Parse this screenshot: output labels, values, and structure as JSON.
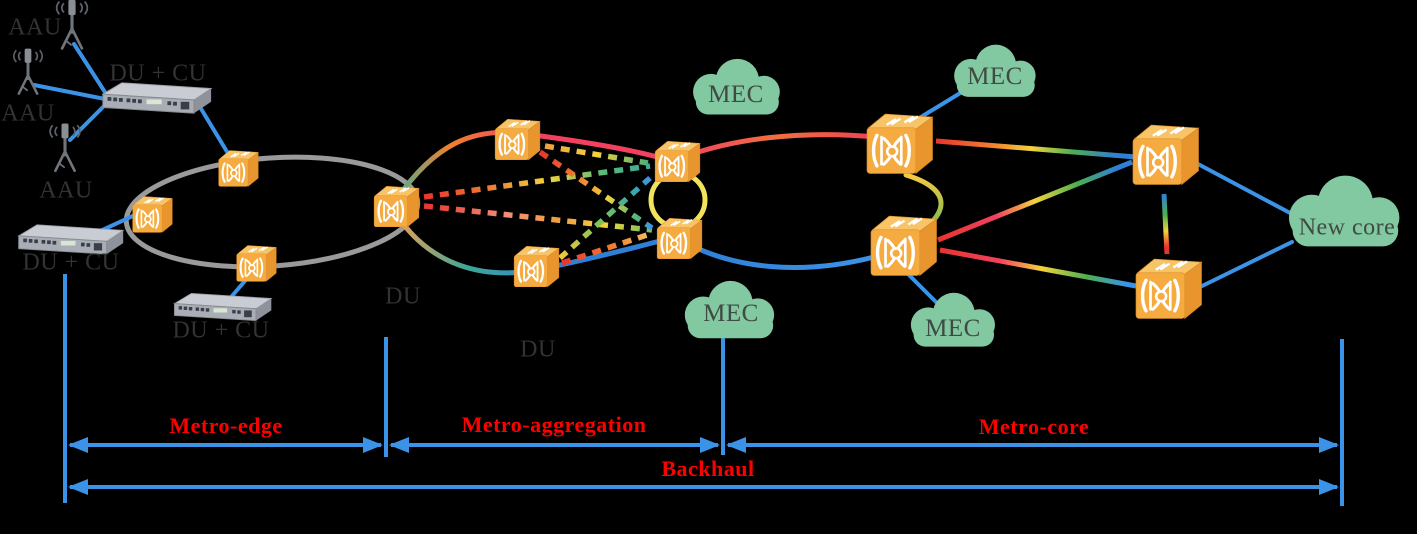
{
  "diagram": {
    "access": {
      "aau_labels": [
        "AAU",
        "AAU",
        "AAU"
      ],
      "du_cu_labels": [
        "DU + CU",
        "DU + CU",
        "DU + CU"
      ]
    },
    "aggregation": {
      "du_labels": [
        "DU",
        "DU"
      ]
    },
    "mec_labels": [
      "MEC",
      "MEC",
      "MEC",
      "MEC"
    ],
    "new_core_label": "New core",
    "segments": {
      "metro_edge": "Metro-edge",
      "metro_aggregation": "Metro-aggregation",
      "metro_core": "Metro-core",
      "backhaul": "Backhaul"
    },
    "colors": {
      "background": "#000000",
      "link_blue": "#3B93E8",
      "segment_label_red": "#FF0000",
      "cloud_green": "#82C8A0",
      "node_orange": "#F5AB3F",
      "edge_ring_gray": "#9A9A9A",
      "mec_ring_yellow": "#F2E35C",
      "node_label_dark": "#333336"
    }
  }
}
